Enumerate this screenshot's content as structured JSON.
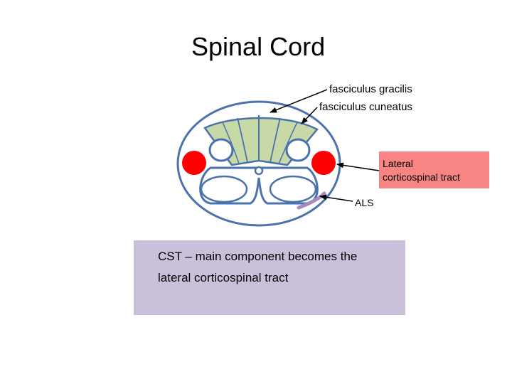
{
  "title": "Spinal Cord",
  "labels": {
    "fasciculus_gracilis": "fasciculus gracilis",
    "fasciculus_cuneatus": "fasciculus cuneatus",
    "lateral_cst_line1": "Lateral",
    "lateral_cst_line2": "corticospinal tract",
    "als": "ALS"
  },
  "note": {
    "line1": "CST – main component becomes the",
    "line2": "lateral corticospinal tract"
  },
  "colors": {
    "outline": "#4a73ad",
    "dorsal_columns": "#c8d9a8",
    "lateral_cst": "#ff0000",
    "als_tract": "#a58bc0",
    "lateral_box": "#f98484",
    "note_box": "#cbc0da"
  }
}
